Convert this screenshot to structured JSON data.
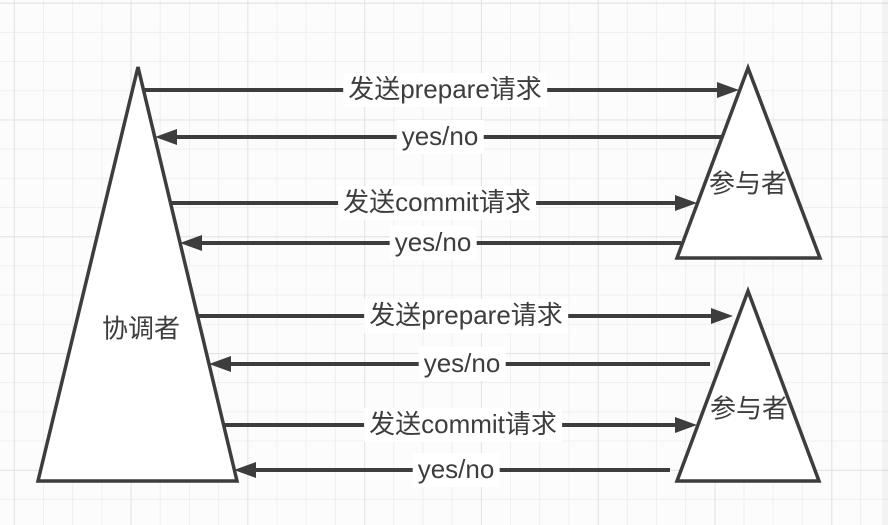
{
  "diagram": {
    "coordinator": {
      "label": "协调者"
    },
    "participants": [
      {
        "label": "参与者"
      },
      {
        "label": "参与者"
      }
    ],
    "messages": [
      {
        "label": "发送prepare请求",
        "direction": "right"
      },
      {
        "label": "yes/no",
        "direction": "left"
      },
      {
        "label": "发送commit请求",
        "direction": "right"
      },
      {
        "label": "yes/no",
        "direction": "left"
      },
      {
        "label": "发送prepare请求",
        "direction": "right"
      },
      {
        "label": "yes/no",
        "direction": "left"
      },
      {
        "label": "发送commit请求",
        "direction": "right"
      },
      {
        "label": "yes/no",
        "direction": "left"
      }
    ],
    "colors": {
      "stroke": "#3d3d3d",
      "text": "#3d3d3d",
      "shape_fill": "#ffffff",
      "grid_minor": "#efefef",
      "grid_major": "#e3e3e3",
      "canvas_background": "#fcfcfc"
    }
  }
}
